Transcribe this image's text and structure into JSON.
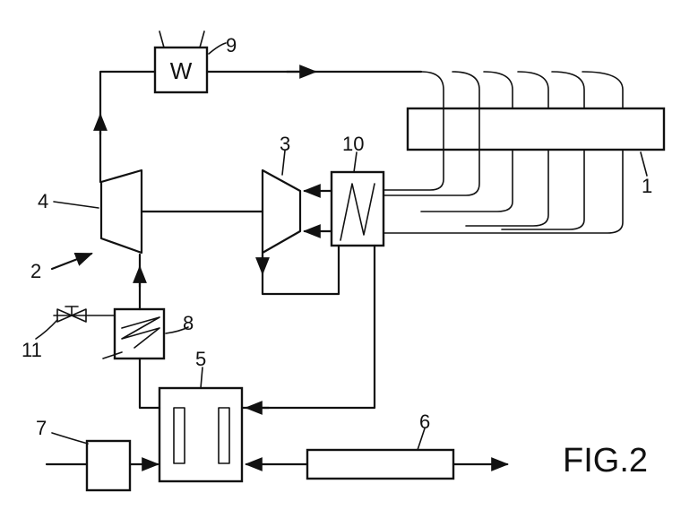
{
  "figure": {
    "caption": "FIG.2"
  },
  "labels": {
    "l1": "1",
    "l2": "2",
    "l3": "3",
    "l4": "4",
    "l5": "5",
    "l6": "6",
    "l7": "7",
    "l8": "8",
    "l9": "9",
    "l10": "10",
    "l11": "11"
  },
  "glyphs": {
    "heater_9": "W"
  }
}
